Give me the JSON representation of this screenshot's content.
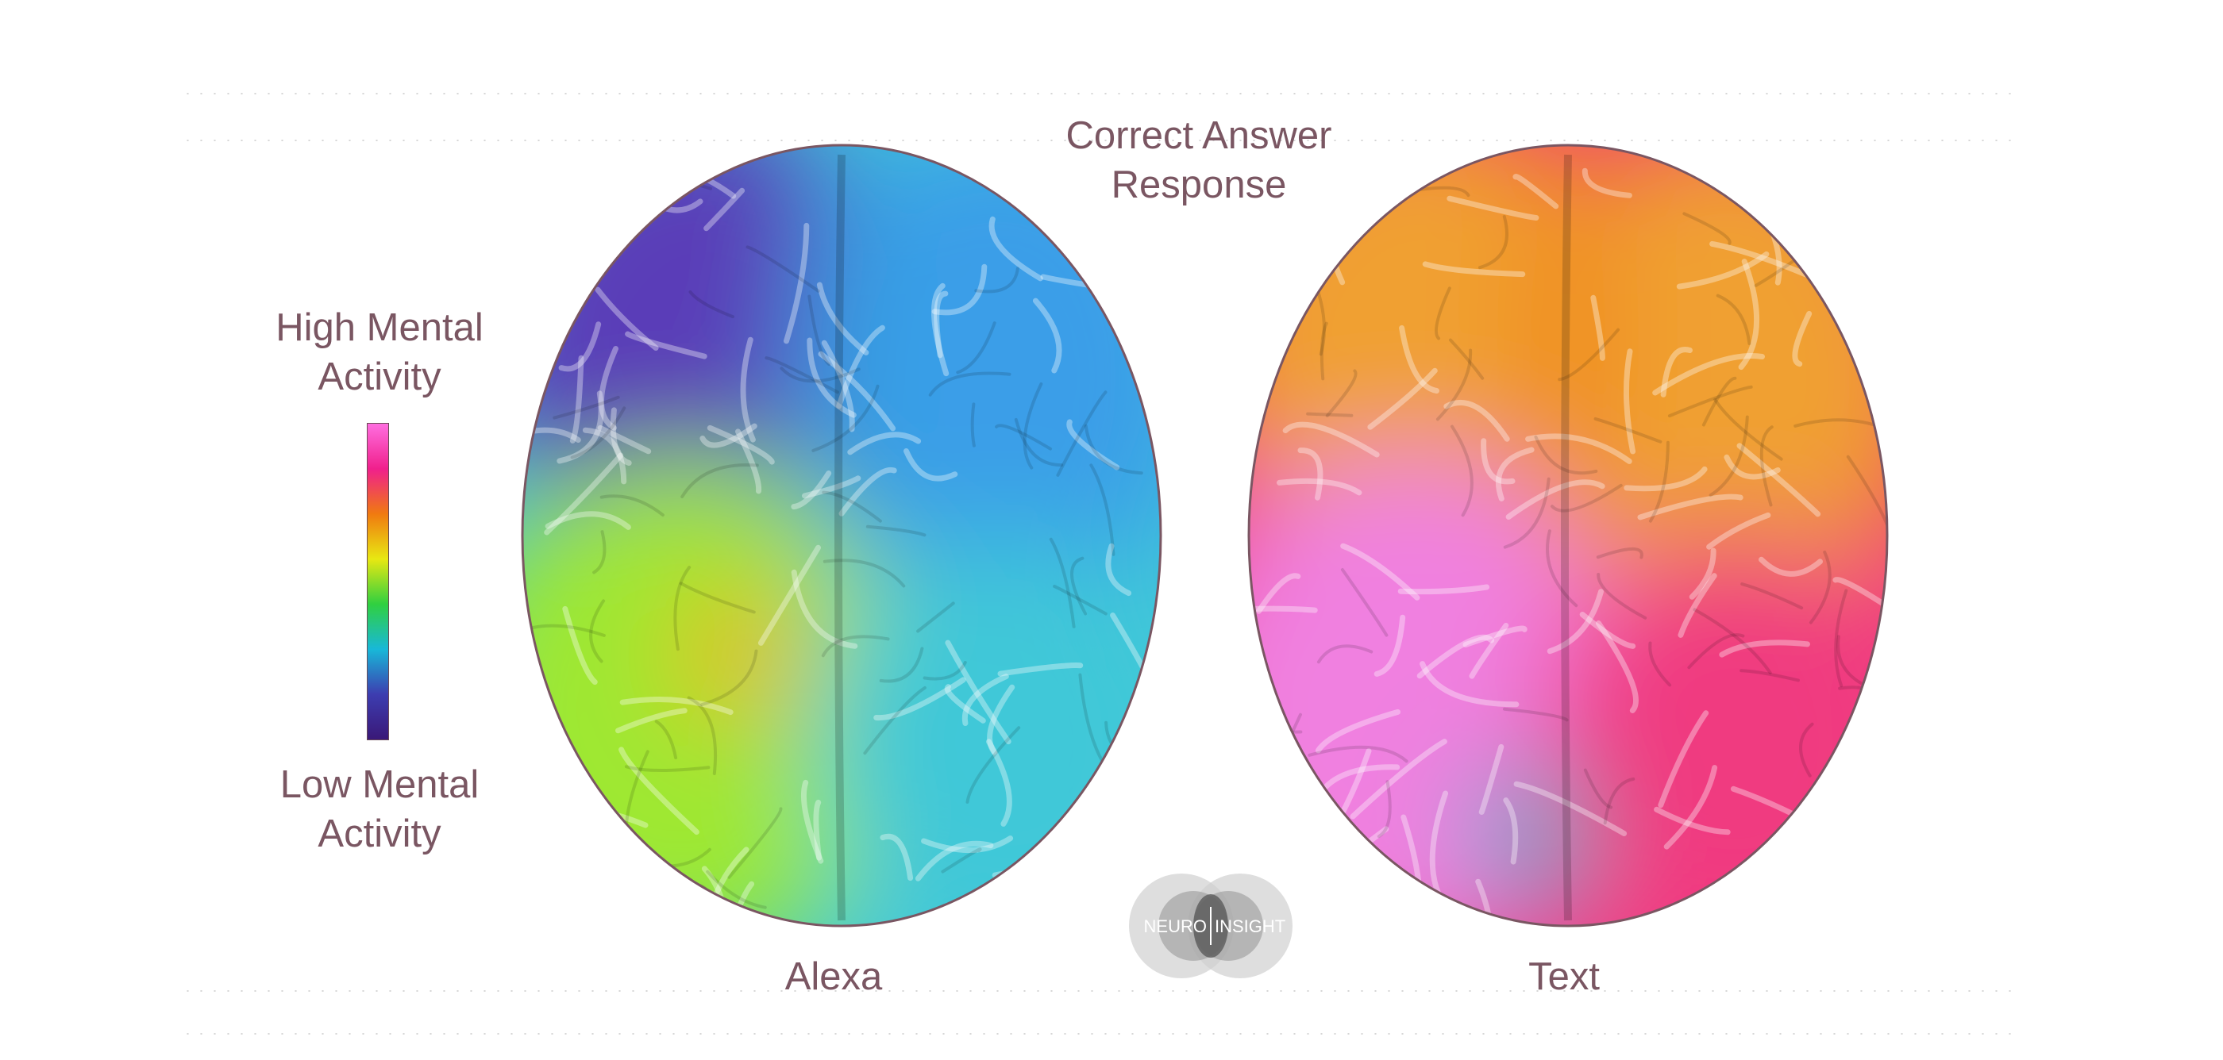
{
  "title": {
    "line1": "Correct Answer",
    "line2": "Response"
  },
  "legend": {
    "high_line1": "High Mental",
    "high_line2": "Activity",
    "low_line1": "Low Mental",
    "low_line2": "Activity",
    "gradient_colors": [
      "#ff6ee0",
      "#f0208c",
      "#f07a10",
      "#e8e812",
      "#30d040",
      "#18b8d8",
      "#3d3db0",
      "#3a1878"
    ]
  },
  "brains": [
    {
      "label": "Alexa",
      "colors": {
        "upper_left": "#5a3cb8",
        "upper_right": "#3a9ee8",
        "midline": "#2aa0e0",
        "lower_left": "#9ee830",
        "lower_right": "#40c8d8",
        "hotspot": "#f0b020"
      }
    },
    {
      "label": "Text",
      "colors": {
        "upper_left": "#f0a030",
        "upper_right": "#f0a030",
        "midline": "#f08010",
        "lower_left": "#f080e0",
        "lower_right": "#f03a80",
        "hotspot": "#2aa8c8"
      }
    }
  ],
  "logo": {
    "text_left": "NEURO",
    "text_right": "INSIGHT"
  }
}
